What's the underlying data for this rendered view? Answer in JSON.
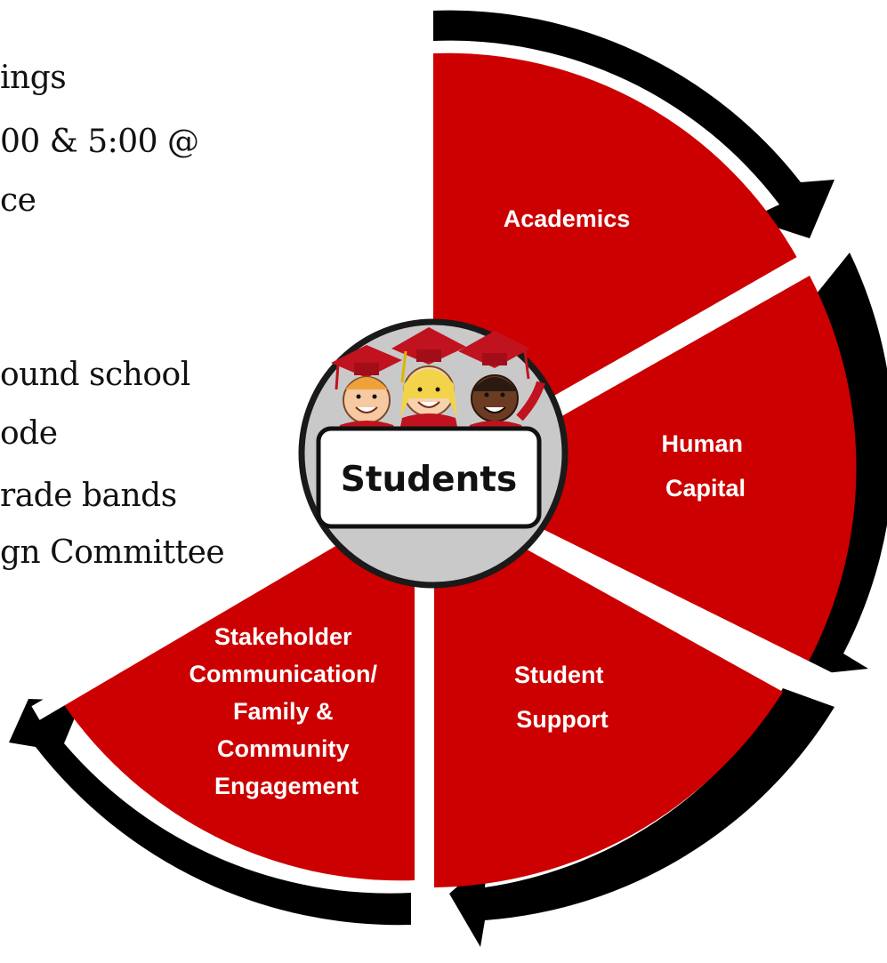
{
  "left_text": {
    "line_1": "ings",
    "line_2": "00 & 5:00 @",
    "line_3": "ce",
    "line_4": "ound school",
    "line_5": "ode",
    "line_6": "rade bands",
    "line_7": "gn Committee"
  },
  "diagram": {
    "center_label": "Students",
    "segments": {
      "academics": "Academics",
      "human_capital": [
        "Human",
        "Capital"
      ],
      "student_support": [
        "Student",
        "Support"
      ],
      "stakeholder": [
        "Stakeholder",
        "Communication/",
        "Family &",
        "Community",
        "Engagement"
      ]
    },
    "colors": {
      "segment_fill": "#cc0000",
      "arrow": "#000000",
      "center_fill": "#c9c9c9",
      "label_text": "#ffffff"
    }
  }
}
